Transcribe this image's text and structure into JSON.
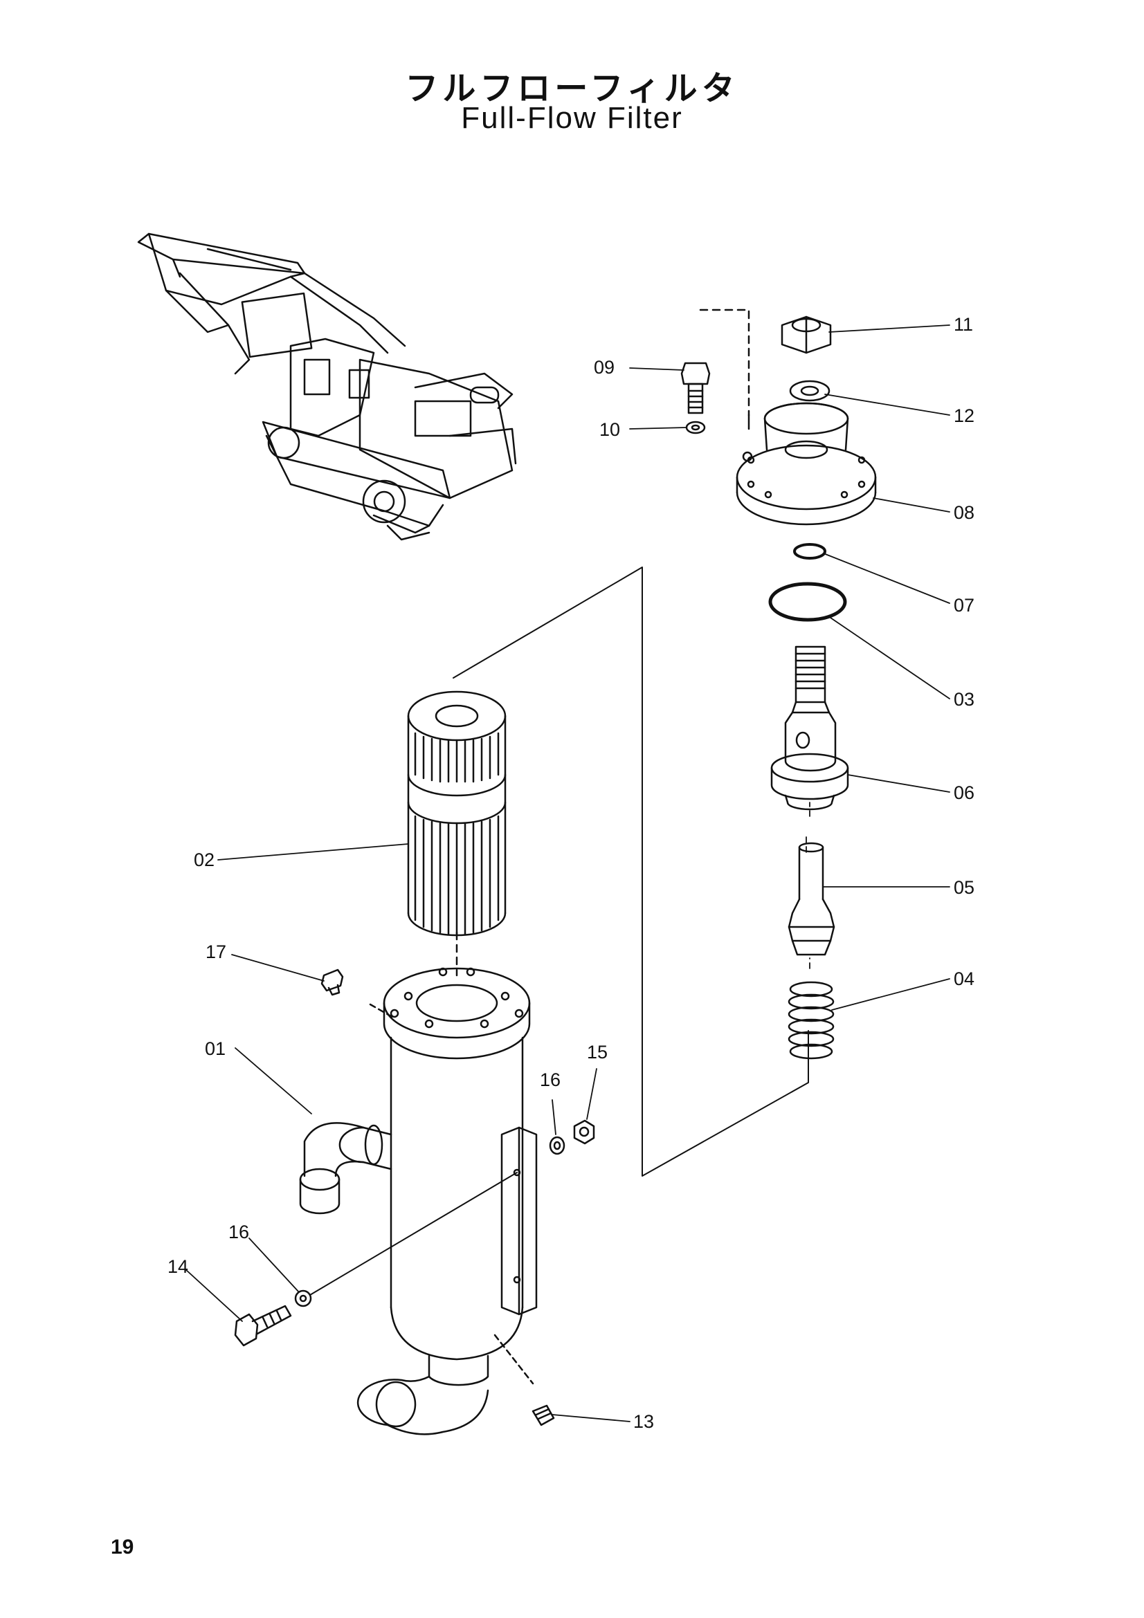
{
  "header": {
    "title_jp": "フルフローフィルタ",
    "title_en": "Full-Flow Filter"
  },
  "footer": {
    "page_number": "19"
  },
  "parts": [
    {
      "ref": "01"
    },
    {
      "ref": "02"
    },
    {
      "ref": "03"
    },
    {
      "ref": "04"
    },
    {
      "ref": "05"
    },
    {
      "ref": "06"
    },
    {
      "ref": "07"
    },
    {
      "ref": "08"
    },
    {
      "ref": "09"
    },
    {
      "ref": "10"
    },
    {
      "ref": "11"
    },
    {
      "ref": "12"
    },
    {
      "ref": "13"
    },
    {
      "ref": "14"
    },
    {
      "ref": "15"
    },
    {
      "ref": "16"
    },
    {
      "ref": "16"
    },
    {
      "ref": "17"
    }
  ],
  "colors": {
    "ink": "#111111",
    "paper": "#ffffff"
  }
}
